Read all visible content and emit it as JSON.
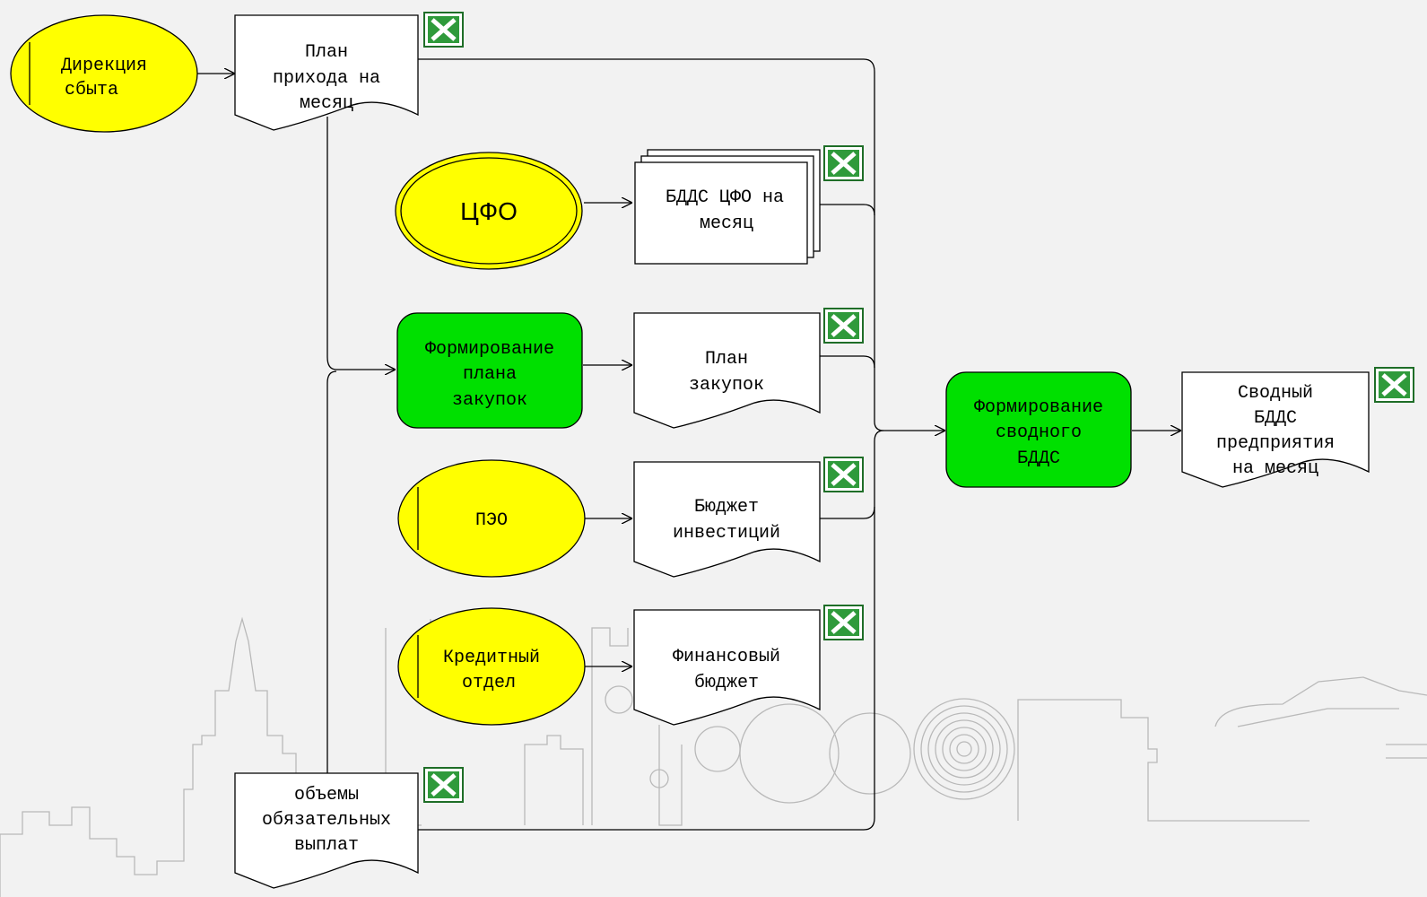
{
  "colors": {
    "background": "#f2f2f2",
    "org_unit_fill": "#ffff00",
    "process_fill": "#00e000",
    "document_fill": "#ffffff",
    "excel_icon": "#1f8a2a"
  },
  "org_units": {
    "sales_directorate": [
      "Дирекция",
      "сбыта"
    ],
    "cfo": [
      "ЦФО"
    ],
    "peo": [
      "ПЭО"
    ],
    "credit_department": [
      "Кредитный",
      "отдел"
    ]
  },
  "processes": {
    "purchase_plan_forming": [
      "Формирование",
      "плана",
      "закупок"
    ],
    "consolidated_forming": [
      "Формирование",
      "сводного",
      "БДДС"
    ]
  },
  "documents": {
    "income_plan": [
      "План",
      "прихода на",
      "месяц"
    ],
    "cfo_cashflow_budget": [
      "БДДС ЦФО на",
      "месяц"
    ],
    "purchase_plan": [
      "План",
      "закупок"
    ],
    "investment_budget": [
      "Бюджет",
      "инвестиций"
    ],
    "financial_budget": [
      "Финансовый",
      "бюджет"
    ],
    "mandatory_payments": [
      "объемы",
      "обязательных",
      "выплат"
    ],
    "consolidated_cashflow_budget": [
      "Сводный",
      "БДДС",
      "предприятия",
      "на месяц"
    ]
  },
  "icons": {
    "document_attachment": "excel-icon"
  }
}
